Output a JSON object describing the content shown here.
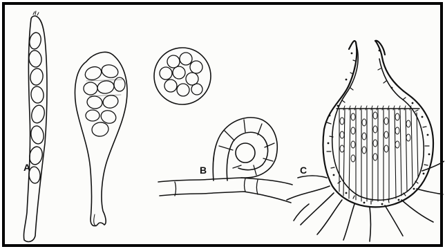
{
  "figure": {
    "panels": [
      {
        "id": "A",
        "label": "A"
      },
      {
        "id": "B",
        "label": "B"
      },
      {
        "id": "C",
        "label": "C"
      }
    ]
  }
}
